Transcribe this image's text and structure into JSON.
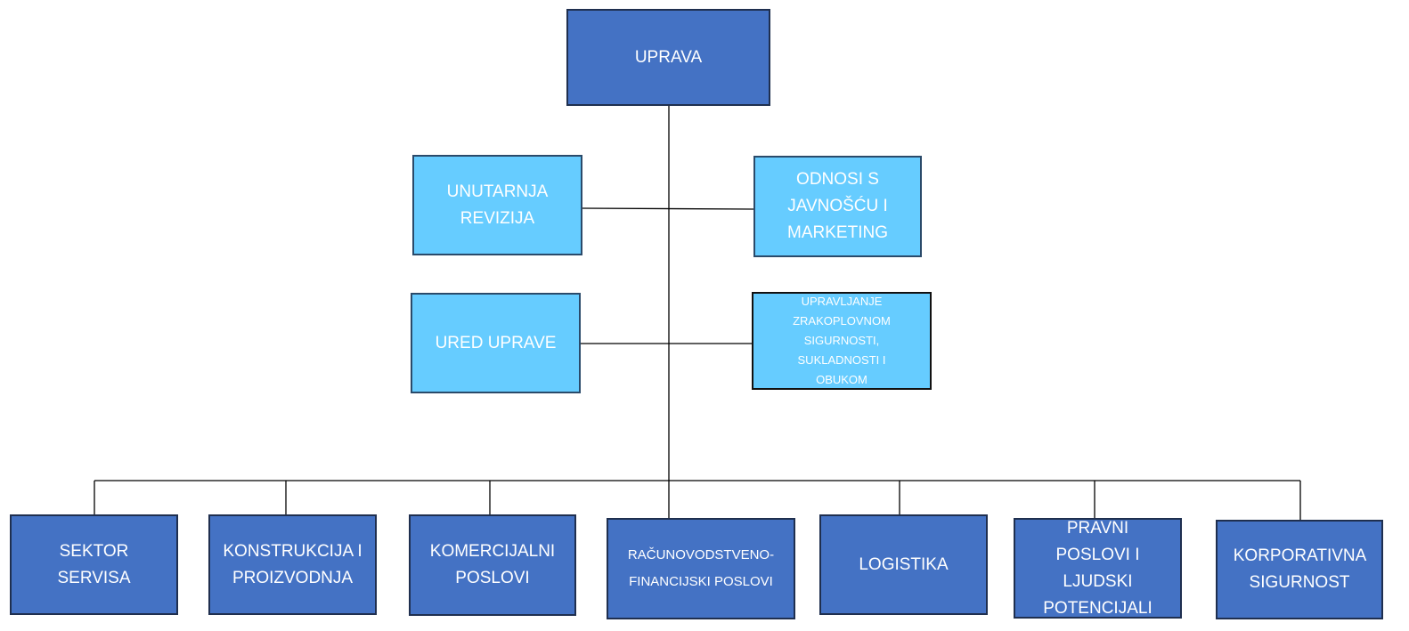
{
  "colors": {
    "primary": "#4472C4",
    "secondary": "#66CCFF",
    "line": "#000000"
  },
  "top": {
    "label": "UPRAVA"
  },
  "staff_left": [
    {
      "label": "UNUTARNJA REVIZIJA"
    },
    {
      "label": "URED UPRAVE"
    }
  ],
  "staff_right": [
    {
      "label": "ODNOSI S JAVNOŠĆU I MARKETING"
    },
    {
      "label": "UPRAVLJANJE ZRAKOPLOVNOM SIGURNOSTI, SUKLADNOSTI I OBUKOM"
    }
  ],
  "departments": [
    {
      "label": "SEKTOR SERVISA"
    },
    {
      "label": "KONSTRUKCIJA I PROIZVODNJA"
    },
    {
      "label": "KOMERCIJALNI POSLOVI"
    },
    {
      "label": "RAČUNOVODSTVENO-FINANCIJSKI POSLOVI"
    },
    {
      "label": "LOGISTIKA"
    },
    {
      "label": "PRAVNI POSLOVI I LJUDSKI POTENCIJALI"
    },
    {
      "label": "KORPORATIVNA SIGURNOST"
    }
  ]
}
